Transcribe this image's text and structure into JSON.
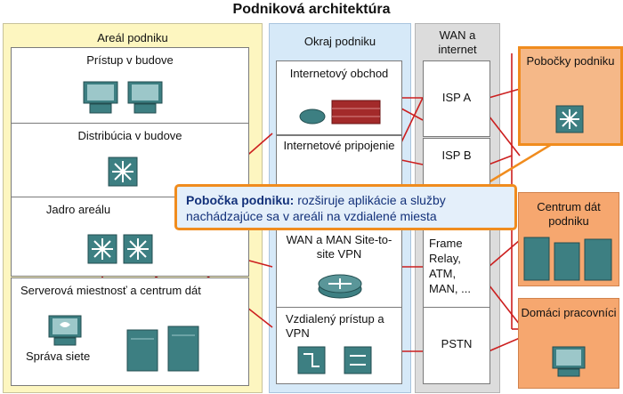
{
  "title": "Podniková architektúra",
  "campus": {
    "heading": "Areál podniku",
    "access": "Prístup v budove",
    "distribution": "Distribúcia v budove",
    "core": "Jadro areálu",
    "server_room": "Serverová miestnosť a centrum dát",
    "management": "Správa siete"
  },
  "edge": {
    "heading": "Okraj podniku",
    "ecommerce": "Internetový obchod",
    "internet": "Internetové pripojenie",
    "wan_vpn": "WAN a MAN Site-to-site VPN",
    "remote": "Vzdialený prístup a VPN"
  },
  "wan": {
    "heading": "WAN a internet",
    "isp_a": "ISP A",
    "isp_b": "ISP B",
    "frame": "Frame Relay, ATM, MAN, ...",
    "pstn": "PSTN"
  },
  "remote_sites": {
    "branches": "Pobočky podniku",
    "datacenter": "Centrum dát podniku",
    "teleworkers": "Domáci pracovníci"
  },
  "callout": {
    "bold": "Pobočka podniku:",
    "text": " rozširuje aplikácie a služby nachádzajúce sa v areáli na vzdialené miesta"
  },
  "colors": {
    "campus_bg": "#fdf6c0",
    "edge_bg": "#d6e9f8",
    "wan_bg": "#dcdcdc",
    "remote_bg": "#f6a76f",
    "link": "#cc1f1f",
    "highlight": "#f08c1e"
  },
  "icons": [
    "workstation-icon",
    "multilayer-switch-icon",
    "firewall-icon",
    "router-icon",
    "server-icon",
    "vpn-concentrator-icon"
  ]
}
